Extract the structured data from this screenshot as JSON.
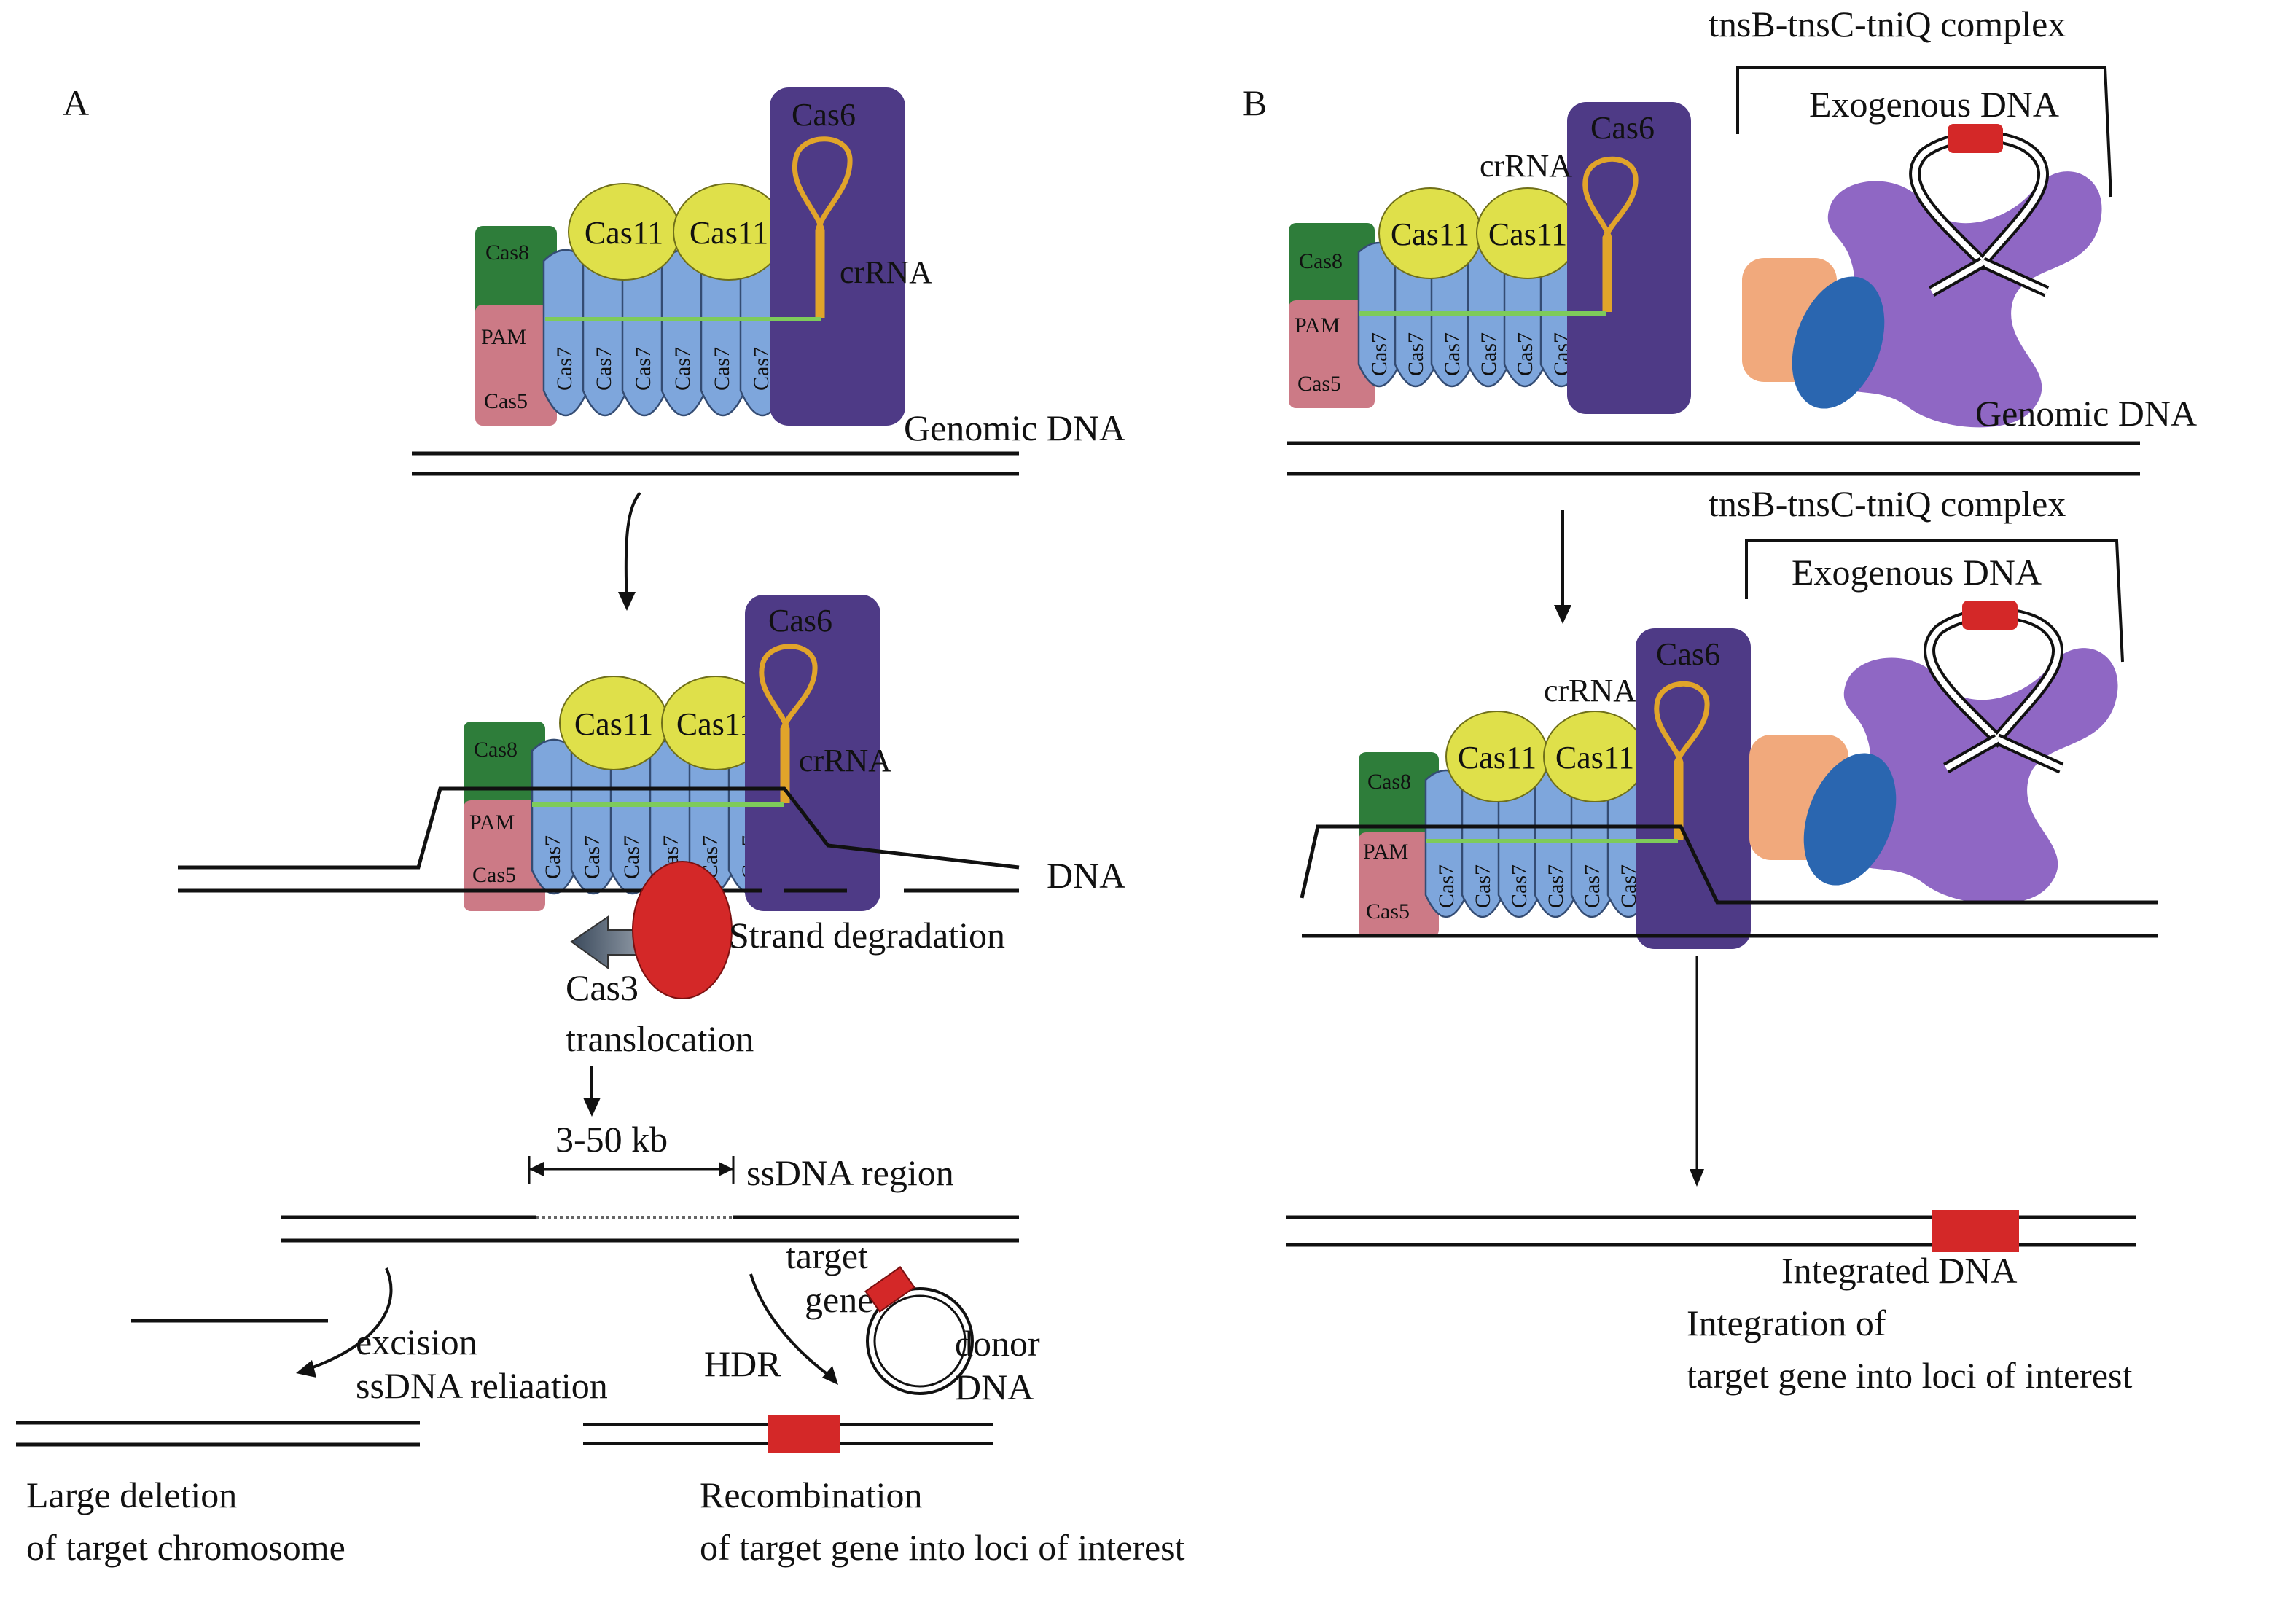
{
  "colors": {
    "cas8": "#2e7d3a",
    "cas5": "#cc7a86",
    "cas7": "#7ea6dc",
    "cas11": "#dfe04a",
    "cas6": "#4e3a86",
    "crrna": "#e1a42a",
    "spacer": "#7ecb5a",
    "cas3": "#d42828",
    "tnsb": "#8f67c4",
    "tnsc": "#2a66b0",
    "tniq": "#f1a97c",
    "cargo": "#d42828"
  },
  "panel_a": {
    "letter": "A",
    "step1": {
      "cas8": "Cas8",
      "pam": "PAM",
      "cas5": "Cas5",
      "cas7": [
        "Cas7",
        "Cas7",
        "Cas7",
        "Cas7",
        "Cas7",
        "Cas7"
      ],
      "cas11": [
        "Cas11",
        "Cas11"
      ],
      "cas6": "Cas6",
      "crrna": "crRNA",
      "dna": "Genomic DNA"
    },
    "step2": {
      "cas8": "Cas8",
      "pam": "PAM",
      "cas5": "Cas5",
      "cas7": [
        "Cas7",
        "Cas7",
        "Cas7",
        "Cas7",
        "Cas7",
        "Cas7"
      ],
      "cas11": [
        "Cas11",
        "Cas11"
      ],
      "cas6": "Cas6",
      "crrna": "crRNA",
      "dna": "DNA",
      "degradation": "Strand degradation",
      "cas3": "Cas3",
      "translocation": "translocation"
    },
    "step3": {
      "size": "3-50 kb",
      "region": "ssDNA region"
    },
    "step4": {
      "excision": "excision",
      "religation": "ssDNA reliaation",
      "hdr": "HDR",
      "target": "target",
      "gene": "gene",
      "donor": "donor",
      "donor_dna": "DNA",
      "deletion_1": "Large deletion",
      "deletion_2": "of target chromosome",
      "recomb_1": "Recombination",
      "recomb_2": "of target gene into loci of interest"
    }
  },
  "panel_b": {
    "letter": "B",
    "step1": {
      "complex": "tnsB-tnsC-tniQ complex",
      "exogenous": "Exogenous DNA",
      "cas8": "Cas8",
      "pam": "PAM",
      "cas5": "Cas5",
      "cas7": [
        "Cas7",
        "Cas7",
        "Cas7",
        "Cas7",
        "Cas7",
        "Cas7"
      ],
      "cas11": [
        "Cas11",
        "Cas11"
      ],
      "cas6": "Cas6",
      "crrna": "crRNA",
      "dna": "Genomic DNA"
    },
    "step2": {
      "complex": "tnsB-tnsC-tniQ complex",
      "exogenous": "Exogenous DNA",
      "cas8": "Cas8",
      "pam": "PAM",
      "cas5": "Cas5",
      "cas7": [
        "Cas7",
        "Cas7",
        "Cas7",
        "Cas7",
        "Cas7",
        "Cas7"
      ],
      "cas11": [
        "Cas11",
        "Cas11"
      ],
      "cas6": "Cas6",
      "crrna": "crRNA"
    },
    "step3": {
      "integrated": "Integrated DNA",
      "result_1": "Integration of",
      "result_2": "target gene into loci of interest"
    }
  }
}
